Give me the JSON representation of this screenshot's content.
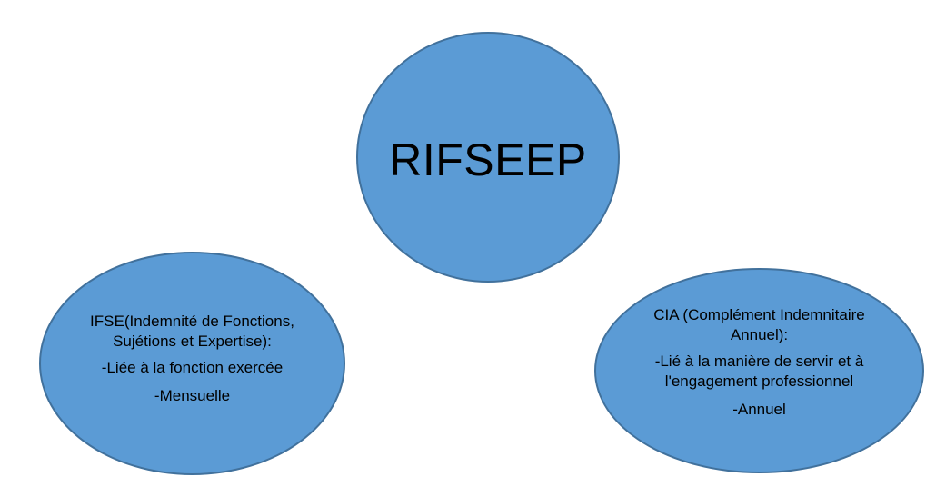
{
  "diagram": {
    "center": {
      "label": "RIFSEEP"
    },
    "left": {
      "heading": "IFSE(Indemnité de Fonctions, Sujétions et Expertise):",
      "items": [
        "-Liée à la fonction exercée",
        "-Mensuelle"
      ]
    },
    "right": {
      "heading": "CIA (Complément Indemnitaire Annuel):",
      "items": [
        "-Lié à la manière de servir et à l'engagement professionnel",
        "-Annuel"
      ]
    }
  },
  "colors": {
    "fill": "#5b9bd5",
    "border": "#41719c",
    "text": "#000000",
    "background": "#ffffff"
  }
}
